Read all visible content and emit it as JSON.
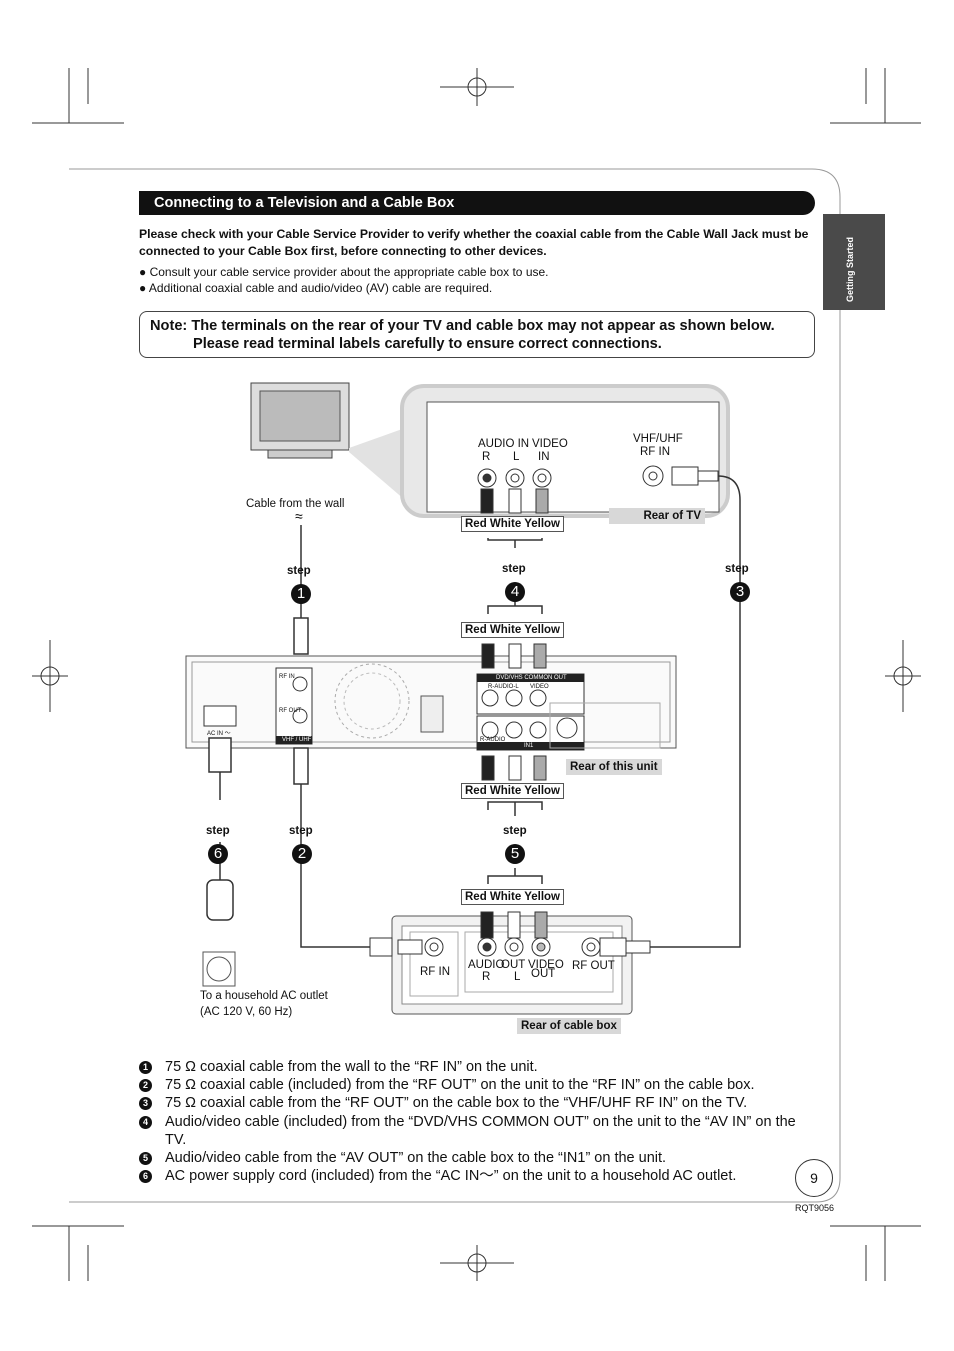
{
  "section_title": "Connecting to a Television and a Cable Box",
  "side_tab": "Getting Started",
  "intro": "Please check with your Cable Service Provider to verify whether the coaxial cable from the Cable Wall Jack must be connected to your Cable Box first, before connecting to other devices.",
  "bullets": [
    "Consult your cable service provider about the appropriate cable box to use.",
    "Additional coaxial cable and audio/video (AV) cable are required."
  ],
  "note": {
    "line1": "Note: The terminals on the rear of your TV and cable box may not appear as shown below.",
    "line2": "Please read terminal labels carefully to ensure correct connections."
  },
  "diagram": {
    "tv_audio_in": "AUDIO IN",
    "tv_r": "R",
    "tv_l": "L",
    "tv_video_in": "VIDEO",
    "tv_video_in2": "IN",
    "tv_rf": "VHF/UHF",
    "tv_rf2": "RF IN",
    "rear_tv": "Rear of TV",
    "rear_unit": "Rear of this unit",
    "rear_cable": "Rear of cable box",
    "cable_from_wall": "Cable from the wall",
    "rwy": "Red White Yellow",
    "step_word": "step",
    "cb_rf_in": "RF IN",
    "cb_audio": "AUDIO",
    "cb_out": "OUT",
    "cb_r": "R",
    "cb_l": "L",
    "cb_video": "VIDEO",
    "cb_out2": "OUT",
    "cb_rf_out": "RF OUT",
    "outlet1": "To a household AC outlet",
    "outlet2": "(AC 120 V, 60 Hz)",
    "unit_rf_in": "RF IN",
    "unit_rf_out": "RF OUT",
    "unit_vhf": "VHF / UHF",
    "unit_ac": "AC IN ～",
    "unit_dvd": "DVD/VHS COMMON OUT",
    "unit_in1": "IN1",
    "unit_ral": "R-AUDIO-L",
    "unit_video": "VIDEO",
    "unit_raudio": "R-AUDIO",
    "n1": "1",
    "n2": "2",
    "n3": "3",
    "n4": "4",
    "n5": "5",
    "n6": "6"
  },
  "steps": [
    {
      "n": "1",
      "text": "75 Ω coaxial cable from the wall to the “RF IN” on the unit."
    },
    {
      "n": "2",
      "text": "75 Ω coaxial cable (included) from the “RF OUT” on the unit to the “RF IN” on the cable box."
    },
    {
      "n": "3",
      "text": "75 Ω coaxial cable from the “RF OUT” on the cable box to the “VHF/UHF RF IN” on the TV."
    },
    {
      "n": "4",
      "text": "Audio/video cable (included) from the “DVD/VHS COMMON OUT” on the unit to the “AV IN” on the TV."
    },
    {
      "n": "5",
      "text": "Audio/video cable from the “AV OUT” on the cable box to the “IN1” on the unit."
    },
    {
      "n": "6",
      "text": "AC power supply cord (included) from the “AC IN～” on the unit to a household AC outlet."
    }
  ],
  "page_number": "9",
  "doc_code": "RQT9056"
}
